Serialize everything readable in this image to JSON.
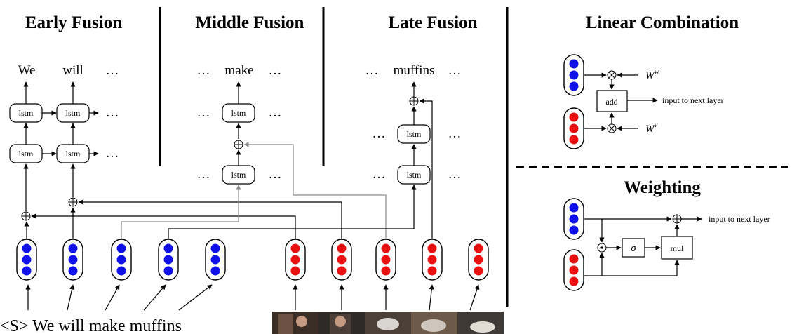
{
  "titles": {
    "early": "Early Fusion",
    "middle": "Middle Fusion",
    "late": "Late Fusion",
    "linear": "Linear Combination",
    "weighting": "Weighting"
  },
  "words": {
    "we": "We",
    "will": "will",
    "make": "make",
    "muffins": "muffins",
    "ellipsis": "…"
  },
  "unit": {
    "lstm": "lstm"
  },
  "linear_combination": {
    "weight_word": "W",
    "weight_word_sup": "w",
    "weight_video": "W",
    "weight_video_sup": "v",
    "add": "add",
    "output": "input to next layer"
  },
  "weighting": {
    "sigma": "σ",
    "mul": "mul",
    "output": "input to next layer"
  },
  "caption": "<S> We will make muffins",
  "colors": {
    "word_dot": "#1010e8",
    "video_dot": "#e81010",
    "line": "#000000",
    "grey_line": "#8c8c8c"
  },
  "video_frames_icon": "video-frame-thumbnails"
}
